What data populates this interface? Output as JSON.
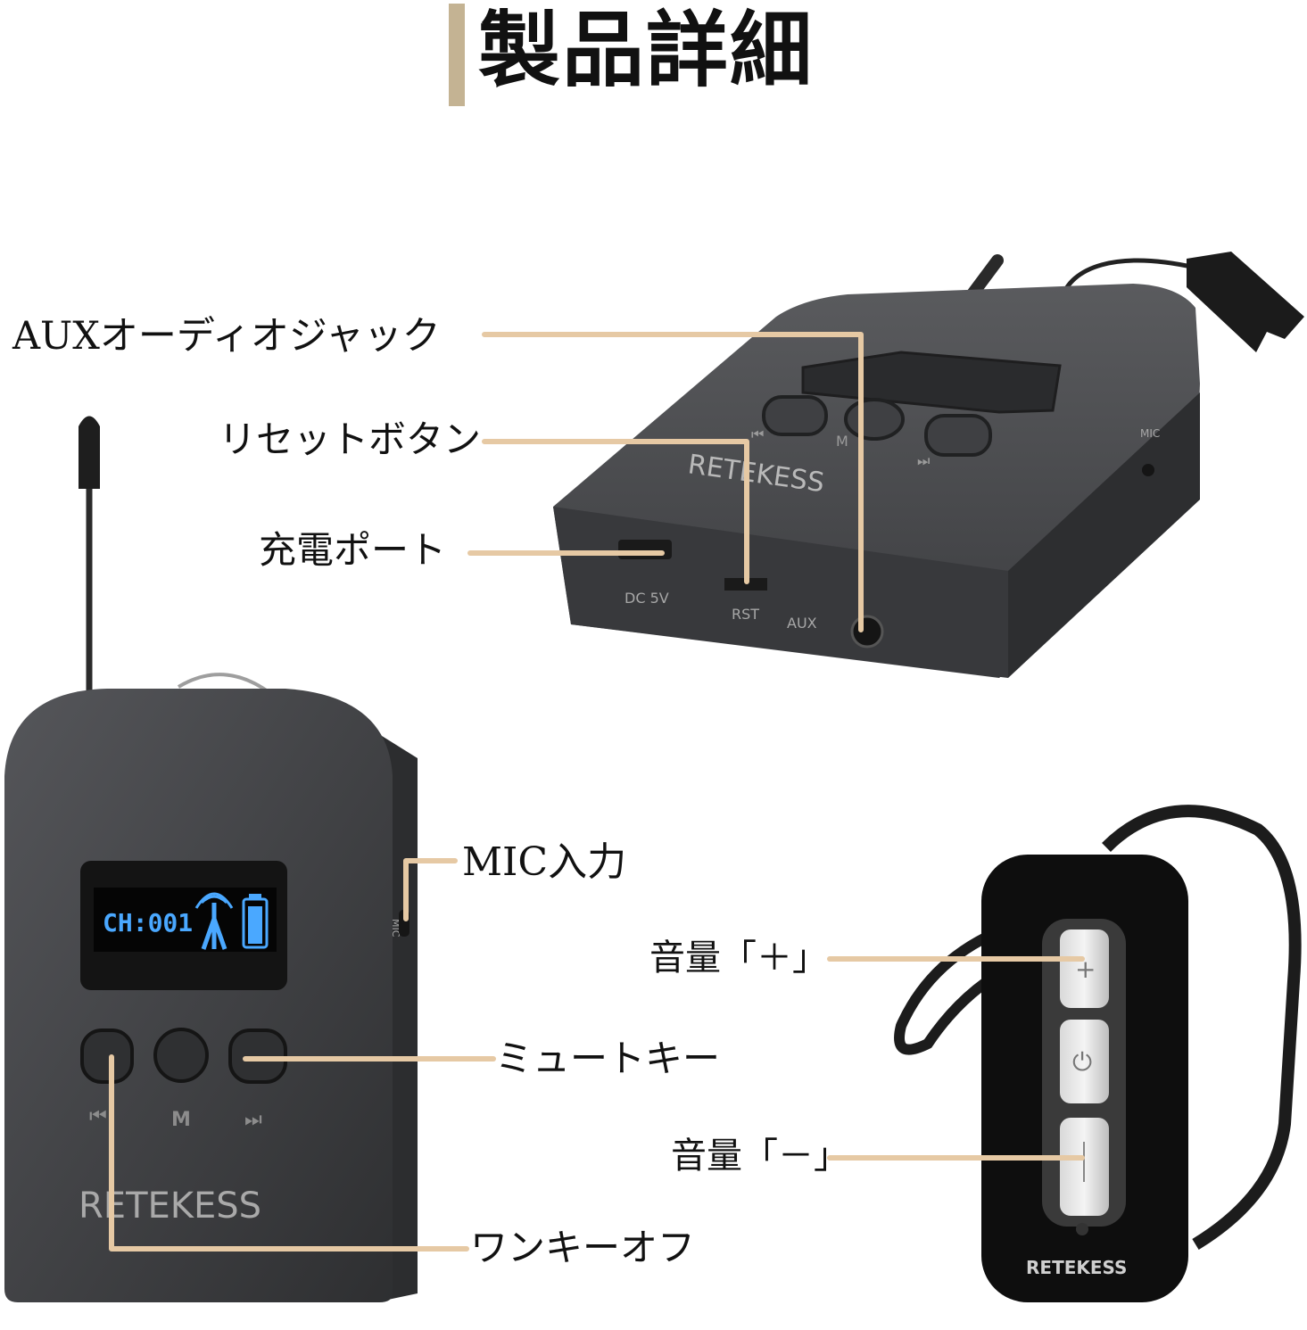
{
  "title": "製品詳細",
  "callouts": {
    "aux_jack": "AUXオーディオジャック",
    "reset_button": "リセットボタン",
    "charging_port": "充電ポート",
    "mic_input": "MIC入力",
    "volume_up": "音量「＋」",
    "mute_key": "ミュートキー",
    "volume_down": "音量「－」",
    "one_key_off": "ワンキーオフ"
  },
  "base_unit": {
    "brand": "RETEKESS",
    "port_labels": {
      "dc": "DC 5V",
      "rst": "RST",
      "aux": "AUX",
      "mic": "MIC"
    },
    "button_labels": {
      "m": "M"
    }
  },
  "transmitter": {
    "brand": "RETEKESS",
    "display_channel": "CH:001",
    "side_label": "MIC",
    "button_labels": {
      "m": "M"
    }
  },
  "earpiece": {
    "brand": "RETEKESS"
  },
  "colors": {
    "accent_bar": "#c4b393",
    "callout_line": "#e6c9a4",
    "device_body": "#3a3a3c",
    "display_text": "#4aa8ff"
  }
}
